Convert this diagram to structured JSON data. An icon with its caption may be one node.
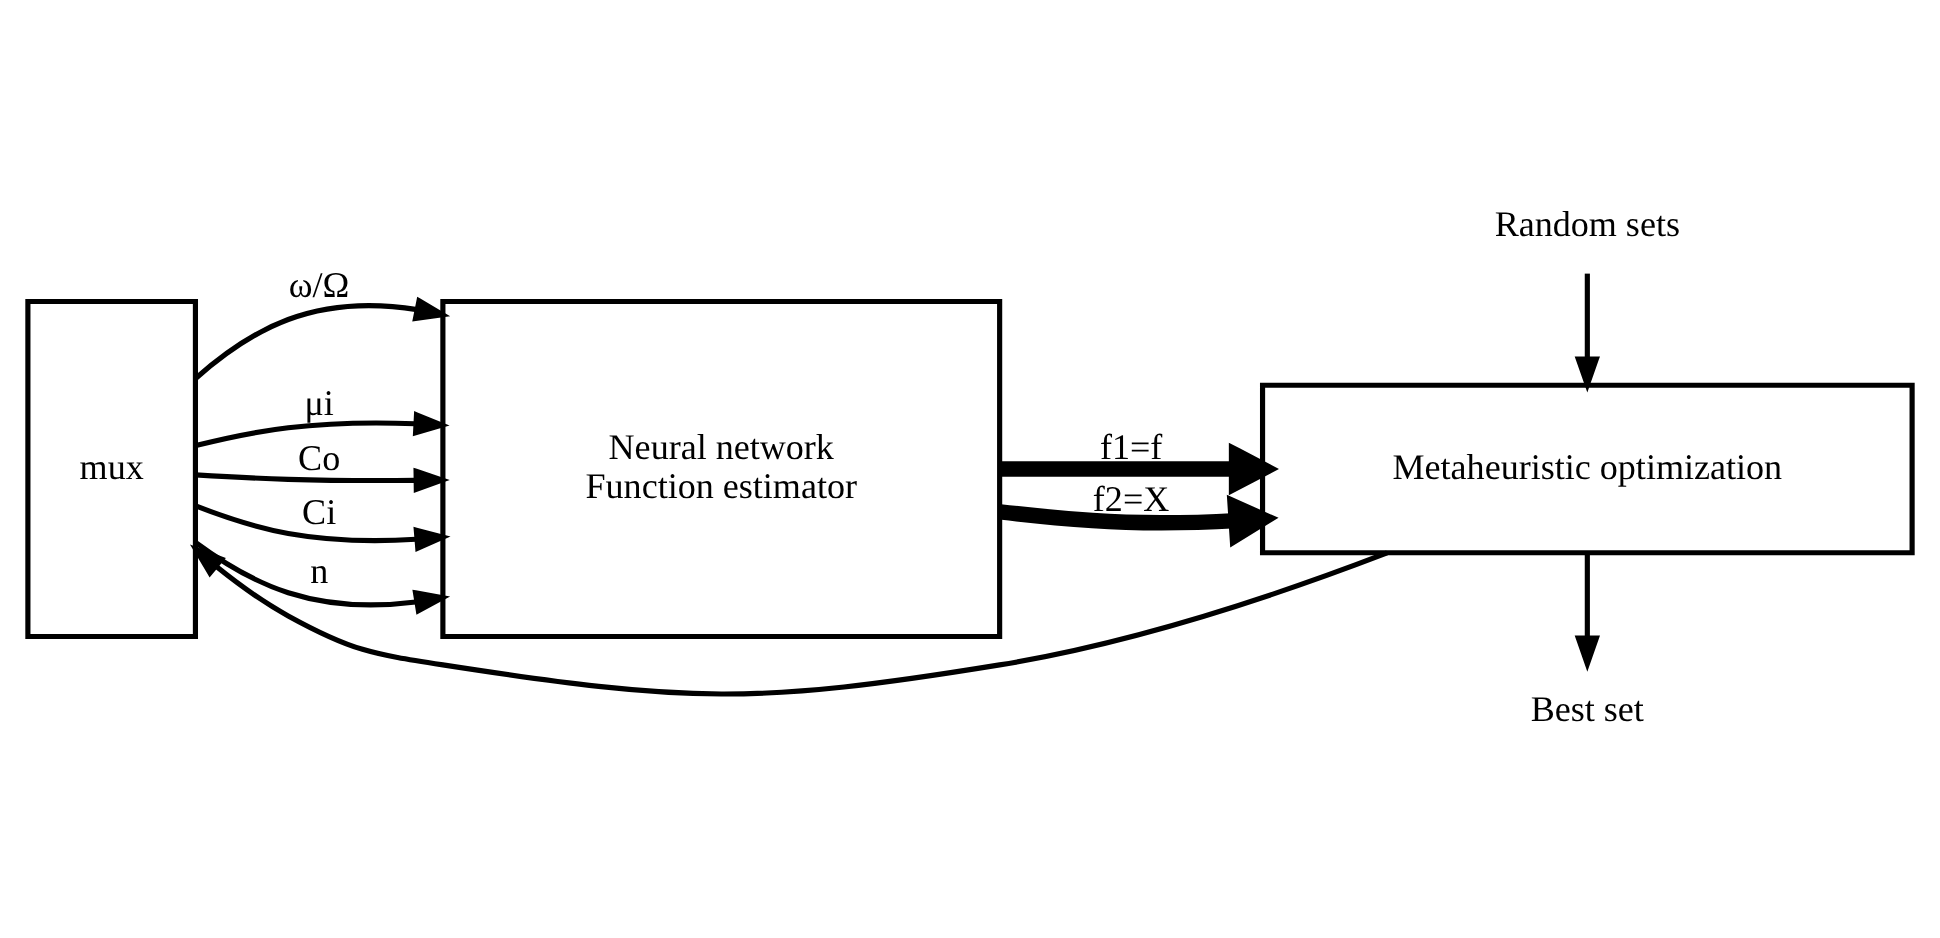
{
  "diagram": {
    "nodes": [
      {
        "text": [
          "mux"
        ]
      },
      {
        "text": [
          "Neural network",
          "Function estimator"
        ]
      },
      {
        "text": [
          "Metaheuristic optimization"
        ]
      },
      {
        "text": [
          "Best set"
        ]
      },
      {
        "text": [
          "Random sets"
        ]
      }
    ],
    "edges": [
      {
        "from": 0,
        "to": 1,
        "arrow": "to",
        "label": "ω/Ω"
      },
      {
        "from": 0,
        "to": 1,
        "arrow": "to",
        "label": "μi"
      },
      {
        "from": 0,
        "to": 1,
        "arrow": "to",
        "label": "Co"
      },
      {
        "from": 0,
        "to": 1,
        "arrow": "to",
        "label": "Ci"
      },
      {
        "from": 0,
        "to": 1,
        "arrow": "to",
        "label": "n"
      },
      {
        "from": 1,
        "to": 2,
        "arrow": "to",
        "label": "f1=f",
        "style": "thick"
      },
      {
        "from": 1,
        "to": 2,
        "arrow": "to",
        "label": "f2=X",
        "style": "thick"
      },
      {
        "from": 2,
        "to": 0,
        "arrow": "to"
      },
      {
        "from": 2,
        "to": 3,
        "arrow": "to"
      },
      {
        "from": 4,
        "to": 2,
        "arrow": "to"
      }
    ]
  }
}
